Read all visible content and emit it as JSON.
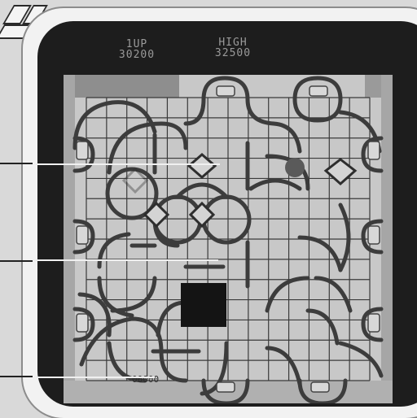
{
  "game": {
    "title": "",
    "score_left": {
      "top": "1UP",
      "bottom": "30200"
    },
    "score_right": {
      "top": "HIGH",
      "bottom": "32500"
    },
    "bottom_label": "00000"
  },
  "colors": {
    "bezel": "#f2f2f2",
    "screen": "#1d1d1d",
    "board": "#c4c4c4",
    "track": "#4a4a4a",
    "grid": "#2e2e2e",
    "block": "#151515"
  },
  "board": {
    "grid_cols": 14,
    "grid_rows": 14,
    "block_label": "",
    "pieces": [
      "diamond-junction",
      "diamond-junction",
      "diamond-junction",
      "diamond-junction",
      "diamond-junction",
      "round-marker"
    ]
  }
}
